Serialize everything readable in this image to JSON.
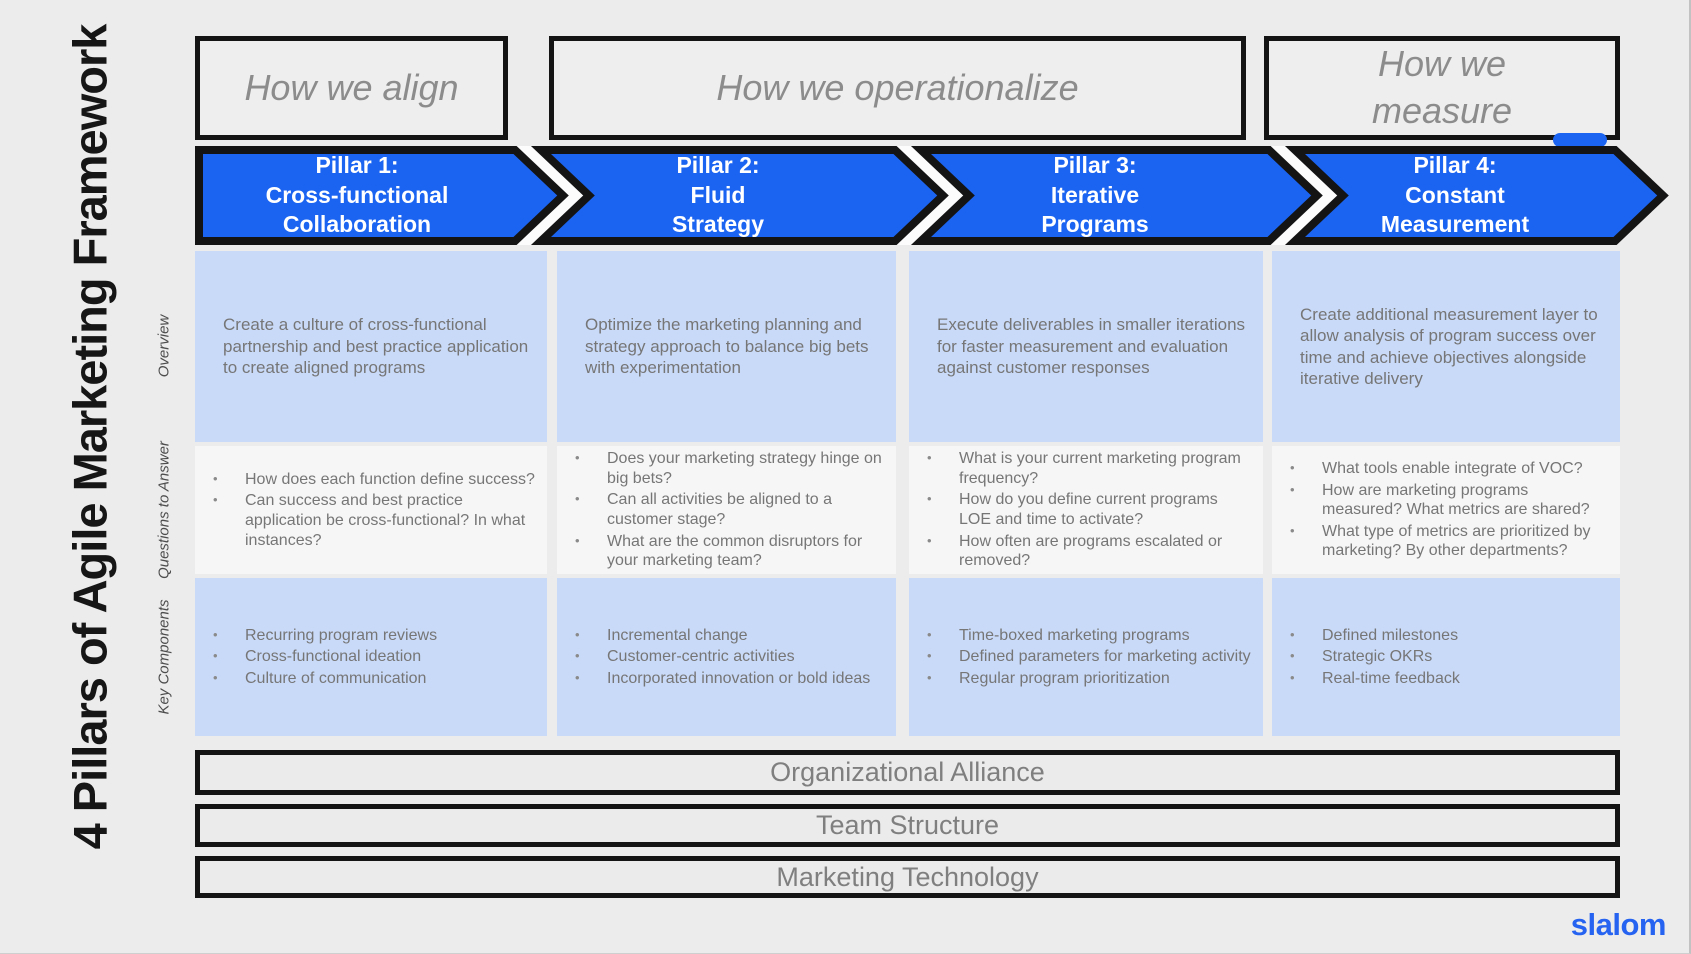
{
  "title": "4 Pillars of Agile Marketing Framework",
  "phase_headers": [
    {
      "label": "How we align"
    },
    {
      "label": "How we operationalize"
    },
    {
      "label": "How we measure"
    }
  ],
  "row_labels": [
    "Overview",
    "Questions to Answer",
    "Key Components"
  ],
  "pillars": [
    {
      "title_lines": [
        "Pillar 1:",
        "Cross-functional",
        "Collaboration"
      ],
      "overview": "Create a culture of cross-functional partnership and best practice application to create aligned programs",
      "questions": [
        "How does each function define success?",
        "Can success and best practice application be cross-functional? In what instances?"
      ],
      "key_components": [
        "Recurring program reviews",
        "Cross-functional ideation",
        "Culture of communication"
      ]
    },
    {
      "title_lines": [
        "Pillar 2:",
        "Fluid",
        "Strategy"
      ],
      "overview": "Optimize the marketing planning and strategy approach to balance big bets with experimentation",
      "questions": [
        "Does your marketing strategy hinge on big bets?",
        "Can all activities be aligned to a customer stage?",
        "What are the common disruptors for your marketing team?"
      ],
      "key_components": [
        "Incremental change",
        "Customer-centric activities",
        "Incorporated innovation or bold ideas"
      ]
    },
    {
      "title_lines": [
        "Pillar 3:",
        "Iterative",
        "Programs"
      ],
      "overview": "Execute deliverables in smaller iterations for faster measurement and evaluation against customer responses",
      "questions": [
        "What is your current marketing program frequency?",
        "How do you define current programs LOE and time to activate?",
        "How often are programs escalated or removed?"
      ],
      "key_components": [
        "Time-boxed marketing programs",
        "Defined parameters for marketing activity",
        "Regular program prioritization"
      ]
    },
    {
      "title_lines": [
        "Pillar 4:",
        "Constant",
        "Measurement"
      ],
      "overview": "Create additional measurement layer to allow analysis of program success over time and achieve objectives alongside iterative delivery",
      "questions": [
        "What tools enable integrate of VOC?",
        "How are marketing programs measured? What metrics are shared?",
        "What type of metrics are prioritized by marketing? By other departments?"
      ],
      "key_components": [
        "Defined milestones",
        "Strategic OKRs",
        "Real-time feedback"
      ]
    }
  ],
  "foundation_bars": [
    "Organizational Alliance",
    "Team Structure",
    "Marketing Technology"
  ],
  "logo": {
    "text": "slalom",
    "color": "#2563f0"
  },
  "colors": {
    "pillar_blue": "#1b64f2",
    "cell_light_blue": "#c9daf8",
    "cell_light_gray": "#f6f6f6",
    "canvas_bg": "#ececec",
    "box_fill": "#eeeeee",
    "border_black": "#141414",
    "body_text_gray": "#767676",
    "heading_gray": "#8c8c8c",
    "logo_blue": "#2563f0"
  }
}
